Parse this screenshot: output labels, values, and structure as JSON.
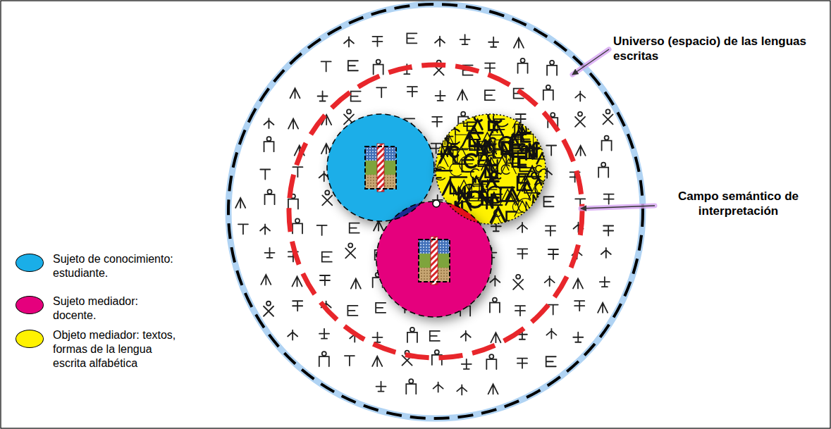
{
  "diagram": {
    "labels": [
      "Universo (espacio) de las lenguas escritas",
      "Campo semántico de interpretación"
    ],
    "legend": [
      {
        "text": "Sujeto de conocimiento: estudiante.",
        "color": "#1aaee8"
      },
      {
        "text": "Sujeto mediador: docente.",
        "color": "#e5007d"
      },
      {
        "text": "Objeto mediador: textos, formas de la lengua escrita alfabética",
        "color": "#fff200"
      }
    ]
  }
}
